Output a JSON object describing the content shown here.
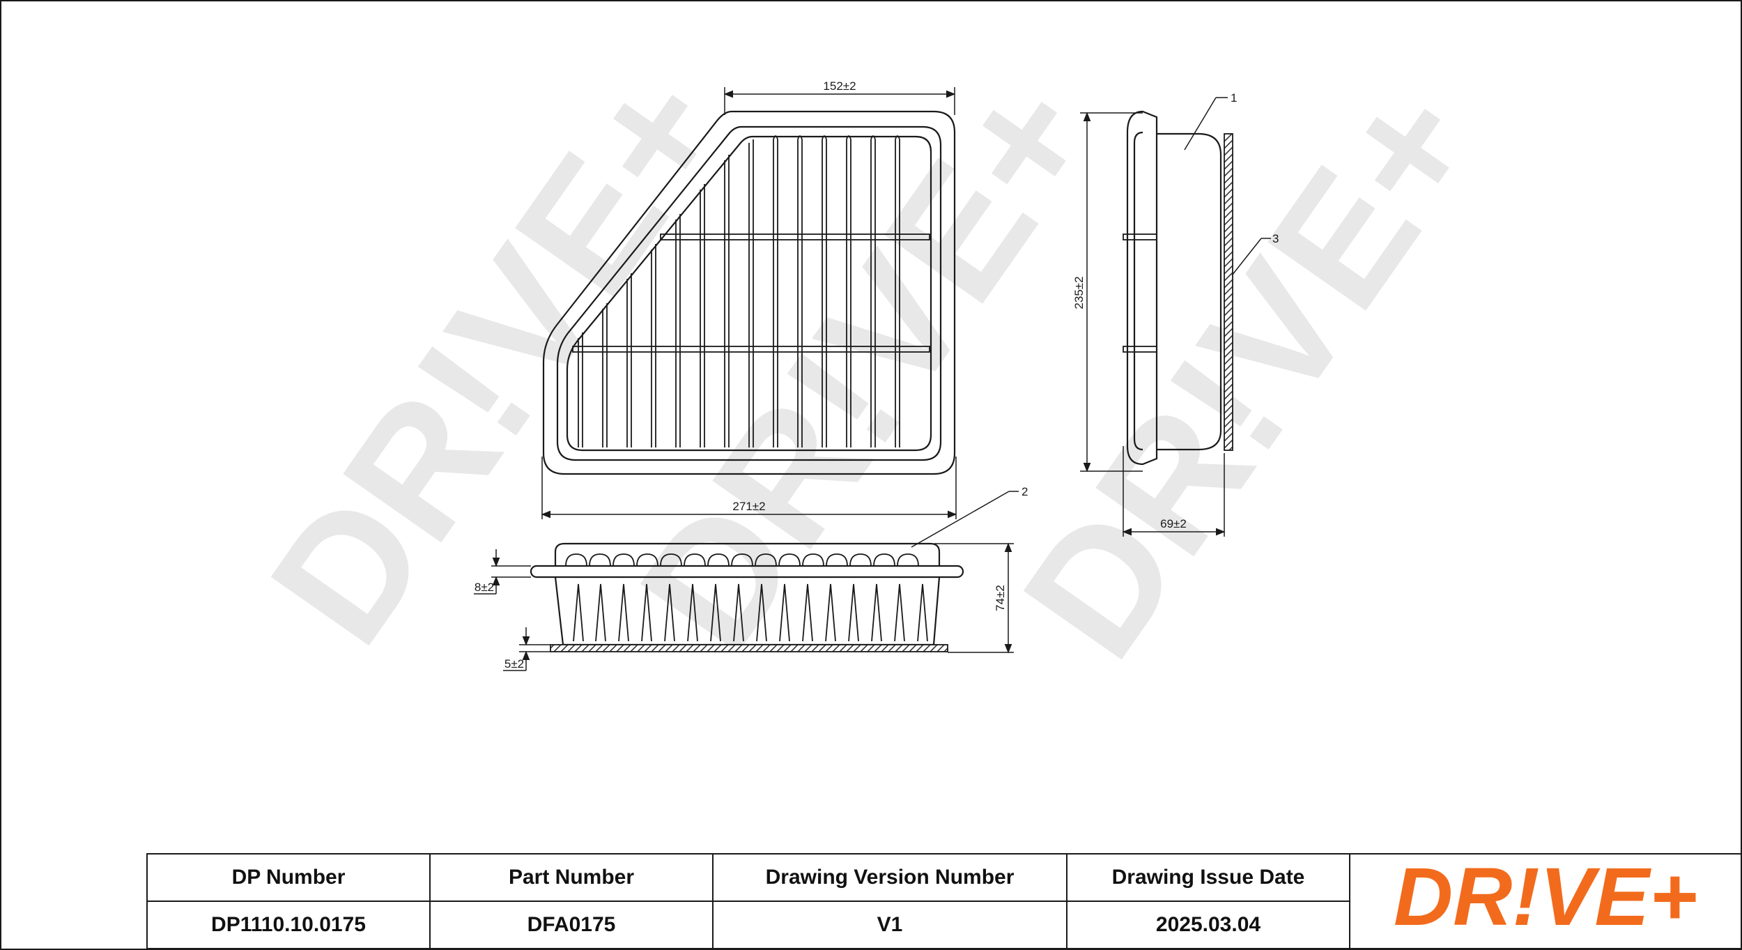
{
  "watermark": {
    "text": "DR!VE+",
    "color": "#e8e8e8"
  },
  "drawing": {
    "line_color": "#1a1a1a",
    "gasket_color": "#8a7a6a",
    "dimensions": {
      "top_width": "152±2",
      "overall_width": "271±2",
      "side_height": "235±2",
      "side_depth": "69±2",
      "front_height": "74±2",
      "front_flange": "8±2",
      "front_gasket": "5±2"
    },
    "callouts": {
      "c1": "1",
      "c2": "2",
      "c3": "3"
    }
  },
  "title_block": {
    "headers": [
      "DP Number",
      "Part Number",
      "Drawing Version Number",
      "Drawing Issue Date"
    ],
    "values": [
      "DP1110.10.0175",
      "DFA0175",
      "V1",
      "2025.03.04"
    ]
  },
  "logo": {
    "text": "DR!VE+",
    "color": "#f26b1d"
  }
}
